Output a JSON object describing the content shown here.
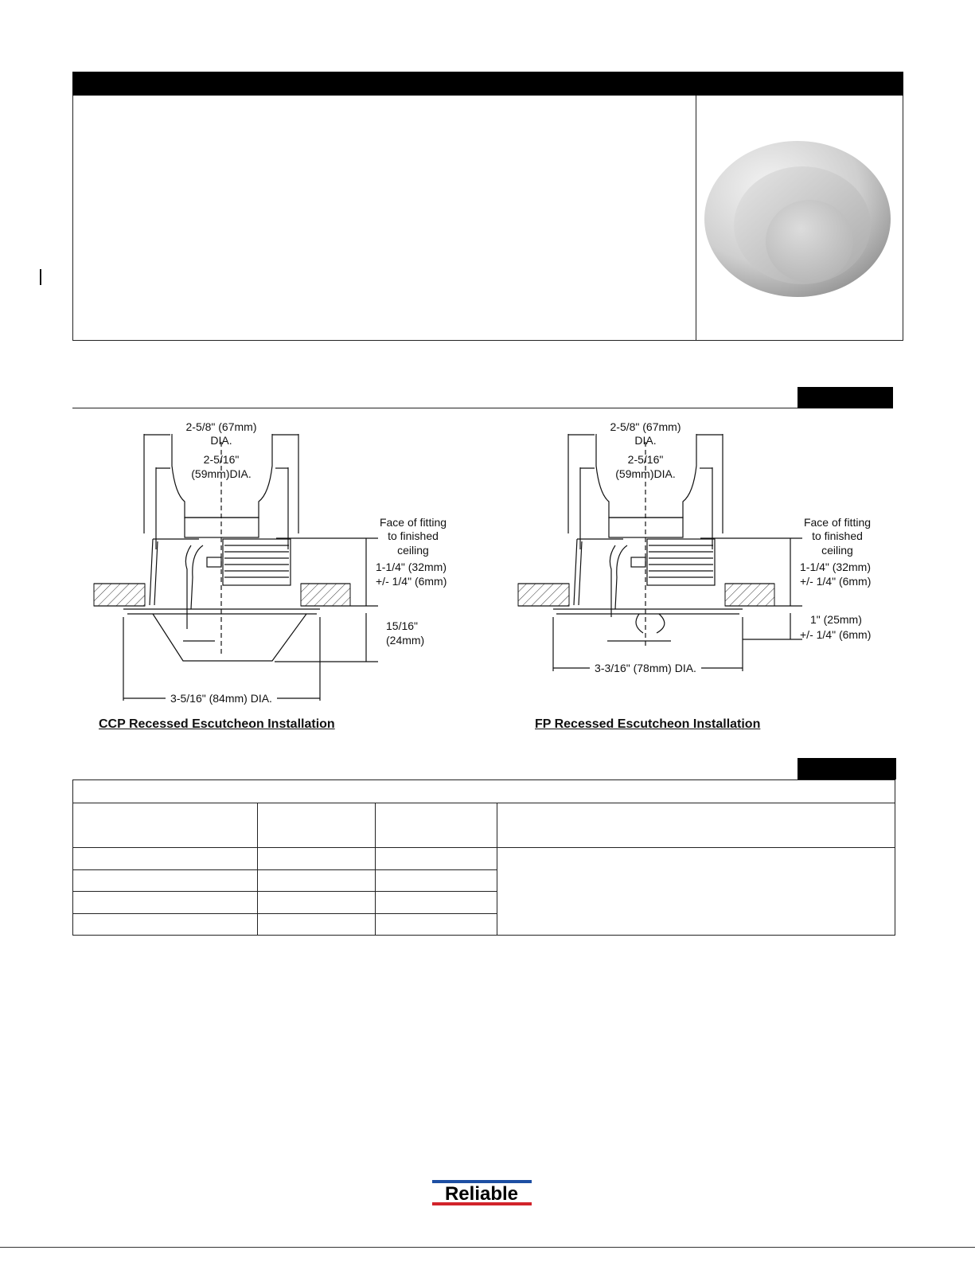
{
  "ccp": {
    "caption": "CCP Recessed Escutcheon Installation",
    "dia_outer_a": "2-5/8\" (67mm)",
    "dia_outer_b": "DIA.",
    "dia_inner_a": "2-5/16\"",
    "dia_inner_b": "(59mm)DIA.",
    "face_a": "Face of fitting",
    "face_b": "to finished",
    "face_c": "ceiling",
    "dim_a": "1-1/4\" (32mm)",
    "dim_b": "+/- 1/4\" (6mm)",
    "drop_a": "15/16\"",
    "drop_b": "(24mm)",
    "bottom_dia": "3-5/16\" (84mm) DIA."
  },
  "fp": {
    "caption": "FP Recessed Escutcheon Installation",
    "dia_outer_a": "2-5/8\" (67mm)",
    "dia_outer_b": "DIA.",
    "dia_inner_a": "2-5/16\"",
    "dia_inner_b": "(59mm)DIA.",
    "face_a": "Face of fitting",
    "face_b": "to finished",
    "face_c": "ceiling",
    "dim_a": "1-1/4\" (32mm)",
    "dim_b": "+/- 1/4\" (6mm)",
    "drop_a": "1\" (25mm)",
    "drop_b": "+/- 1/4\" (6mm)",
    "bottom_dia": "3-3/16\" (78mm) DIA."
  },
  "logo": {
    "text": "Reliable",
    "colors": {
      "blue": "#1d4fa3",
      "red": "#d2232a",
      "black": "#000000"
    }
  }
}
